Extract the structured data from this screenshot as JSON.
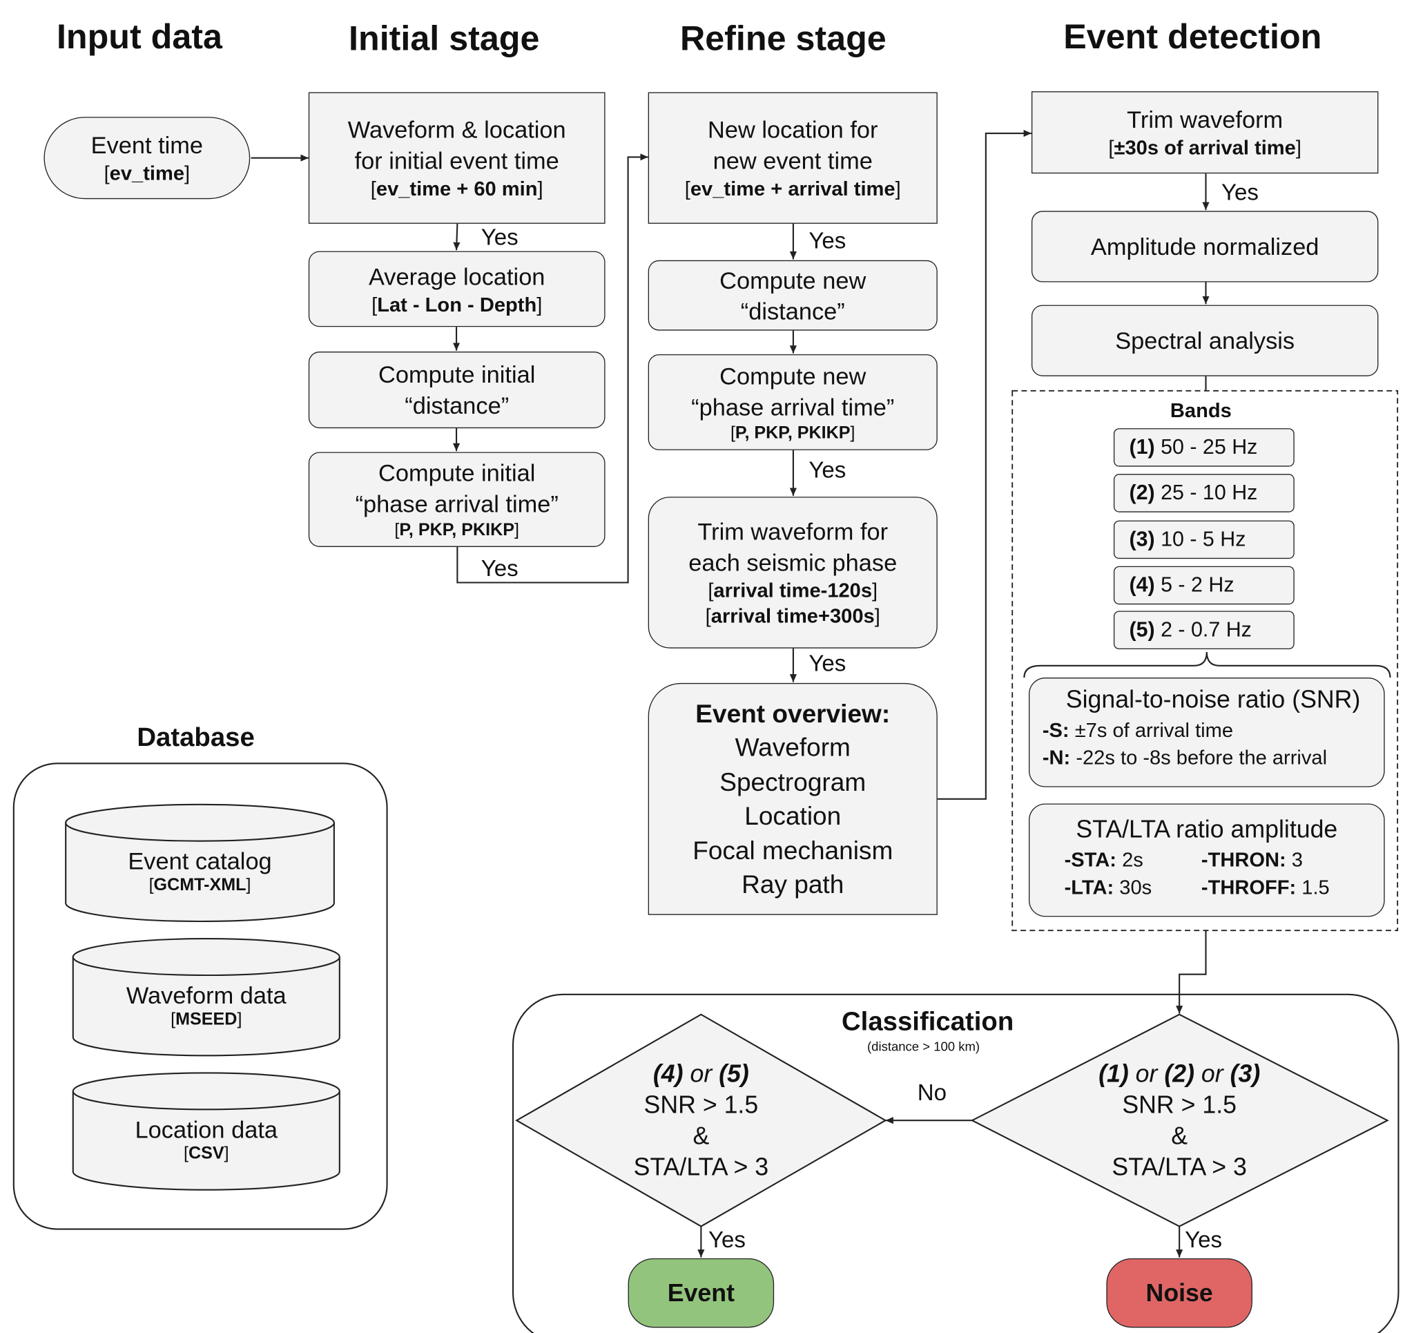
{
  "headers": {
    "input": "Input data",
    "initial": "Initial stage",
    "refine": "Refine stage",
    "detection": "Event detection"
  },
  "input": {
    "event_time": "Event time",
    "ev_time_open": "[",
    "ev_time_code": "ev_time",
    "ev_time_close": "]"
  },
  "initial": {
    "waveform_l1": "Waveform & location",
    "waveform_l2": "for initial event time",
    "waveform_code": "ev_time + 60 min",
    "avg_loc": "Average location",
    "avg_loc_code": "Lat - Lon - Depth",
    "dist_l1": "Compute initial",
    "dist_l2": "“distance”",
    "phase_l1": "Compute initial",
    "phase_l2": "“phase arrival time”",
    "phase_code": "P, PKP, PKIKP"
  },
  "refine": {
    "newloc_l1": "New location for",
    "newloc_l2": "new event time",
    "newloc_code": "ev_time + arrival time",
    "dist_l1": "Compute new",
    "dist_l2": "“distance”",
    "phase_l1": "Compute new",
    "phase_l2": "“phase arrival time”",
    "phase_code": "P, PKP, PKIKP",
    "trim_l1": "Trim waveform for",
    "trim_l2": "each seismic phase",
    "trim_code1": "arrival time-120s",
    "trim_code2": "arrival time+300s",
    "overview_title": "Event overview:",
    "overview_items": [
      "Waveform",
      "Spectrogram",
      "Location",
      "Focal mechanism",
      "Ray path"
    ]
  },
  "detection": {
    "trim": "Trim waveform",
    "trim_code": "±30s of arrival time",
    "amp": "Amplitude normalized",
    "spec": "Spectral analysis",
    "bands_title": "Bands",
    "bands": [
      {
        "num": "(1)",
        "range": "50 - 25 Hz"
      },
      {
        "num": "(2)",
        "range": "25 - 10 Hz"
      },
      {
        "num": "(3)",
        "range": "10 - 5 Hz"
      },
      {
        "num": "(4)",
        "range": "5 - 2 Hz"
      },
      {
        "num": "(5)",
        "range": "2 - 0.7 Hz"
      }
    ],
    "snr_title": "Signal-to-noise ratio (SNR)",
    "snr_s_label": "-S:",
    "snr_s_text": "±7s of arrival time",
    "snr_n_label": "-N:",
    "snr_n_text": "-22s to -8s before the arrival",
    "sta_title": "STA/LTA ratio amplitude",
    "sta_label": "-STA:",
    "sta_val": "2s",
    "lta_label": "-LTA:",
    "lta_val": "30s",
    "thron_label": "-THRON:",
    "thron_val": "3",
    "throff_label": "-THROFF:",
    "throff_val": "1.5"
  },
  "database": {
    "title": "Database",
    "items": [
      {
        "name": "Event catalog",
        "format": "GCMT-XML"
      },
      {
        "name": "Waveform data",
        "format": "MSEED"
      },
      {
        "name": "Location data",
        "format": "CSV"
      }
    ]
  },
  "classification": {
    "title": "Classification",
    "subtitle": "(distance > 100 km)",
    "right_cond": {
      "a": "(1)",
      "or1": "or",
      "b": "(2)",
      "or2": "or",
      "c": "(3)"
    },
    "left_cond": {
      "a": "(4)",
      "or1": "or",
      "b": "(5)"
    },
    "snr": "SNR > 1.5",
    "amp": "&",
    "sta": "STA/LTA > 3",
    "no": "No",
    "event": "Event",
    "noise": "Noise"
  },
  "labels": {
    "yes": "Yes"
  },
  "colors": {
    "event": "#93c47d",
    "noise": "#e06666",
    "box": "#f3f3f3"
  }
}
